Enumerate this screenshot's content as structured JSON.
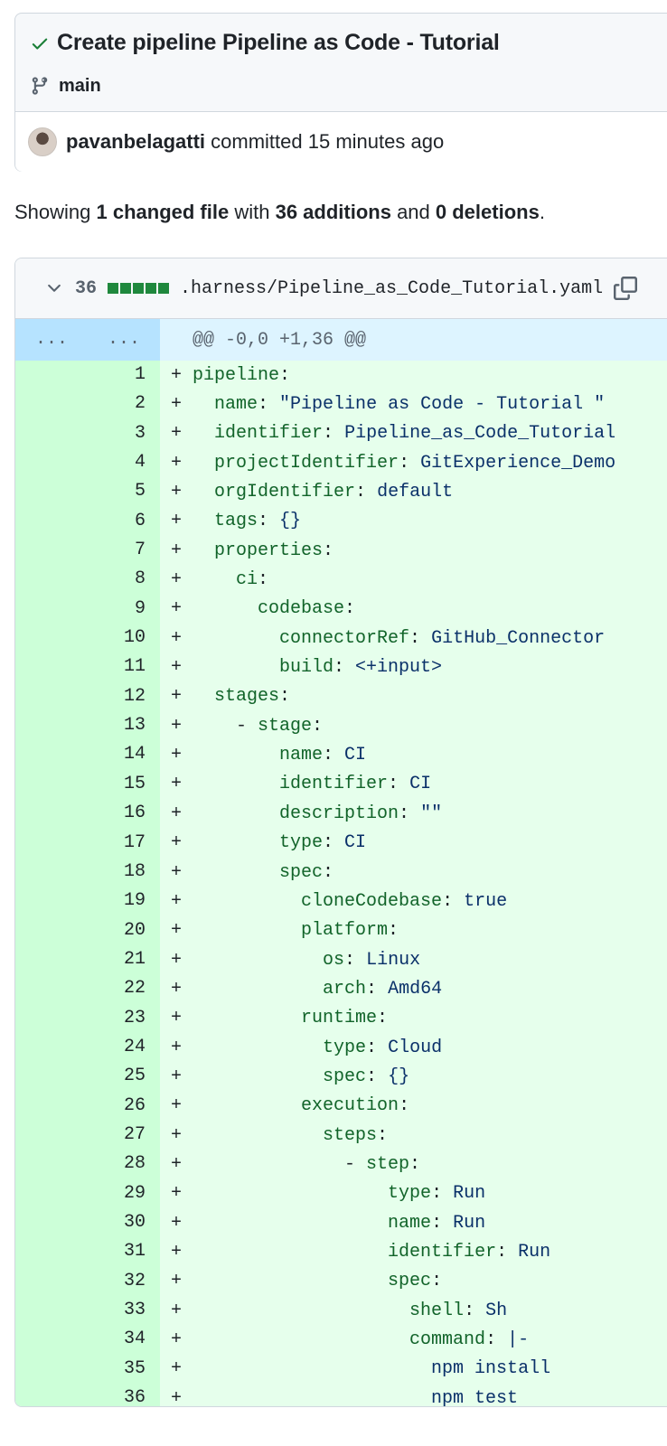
{
  "commit": {
    "title": "Create pipeline Pipeline as Code - Tutorial",
    "branch": "main",
    "author": "pavanbelagatti",
    "action": " committed 15 minutes ago"
  },
  "summary": {
    "prefix": "Showing ",
    "changed": "1 changed file",
    "middle": " with ",
    "additions": "36 additions",
    "and": " and ",
    "deletions": "0 deletions",
    "suffix": "."
  },
  "file": {
    "count": "36",
    "path": ".harness/Pipeline_as_Code_Tutorial.yaml",
    "hunk_old": "...",
    "hunk_new": "...",
    "hunk_header": "@@ -0,0 +1,36 @@"
  },
  "lines": [
    {
      "n": "1",
      "indent": "",
      "key": "pipeline",
      "sep": ":",
      "val": ""
    },
    {
      "n": "2",
      "indent": "  ",
      "key": "name",
      "sep": ": ",
      "val": "\"Pipeline as Code - Tutorial \""
    },
    {
      "n": "3",
      "indent": "  ",
      "key": "identifier",
      "sep": ": ",
      "val": "Pipeline_as_Code_Tutorial"
    },
    {
      "n": "4",
      "indent": "  ",
      "key": "projectIdentifier",
      "sep": ": ",
      "val": "GitExperience_Demo"
    },
    {
      "n": "5",
      "indent": "  ",
      "key": "orgIdentifier",
      "sep": ": ",
      "val": "default"
    },
    {
      "n": "6",
      "indent": "  ",
      "key": "tags",
      "sep": ": ",
      "val": "{}"
    },
    {
      "n": "7",
      "indent": "  ",
      "key": "properties",
      "sep": ":",
      "val": ""
    },
    {
      "n": "8",
      "indent": "    ",
      "key": "ci",
      "sep": ":",
      "val": ""
    },
    {
      "n": "9",
      "indent": "      ",
      "key": "codebase",
      "sep": ":",
      "val": ""
    },
    {
      "n": "10",
      "indent": "        ",
      "key": "connectorRef",
      "sep": ": ",
      "val": "GitHub_Connector"
    },
    {
      "n": "11",
      "indent": "        ",
      "key": "build",
      "sep": ": ",
      "val": "<+input>"
    },
    {
      "n": "12",
      "indent": "  ",
      "key": "stages",
      "sep": ":",
      "val": ""
    },
    {
      "n": "13",
      "indent": "    - ",
      "key": "stage",
      "sep": ":",
      "val": ""
    },
    {
      "n": "14",
      "indent": "        ",
      "key": "name",
      "sep": ": ",
      "val": "CI"
    },
    {
      "n": "15",
      "indent": "        ",
      "key": "identifier",
      "sep": ": ",
      "val": "CI"
    },
    {
      "n": "16",
      "indent": "        ",
      "key": "description",
      "sep": ": ",
      "val": "\"\""
    },
    {
      "n": "17",
      "indent": "        ",
      "key": "type",
      "sep": ": ",
      "val": "CI"
    },
    {
      "n": "18",
      "indent": "        ",
      "key": "spec",
      "sep": ":",
      "val": ""
    },
    {
      "n": "19",
      "indent": "          ",
      "key": "cloneCodebase",
      "sep": ": ",
      "val": "true"
    },
    {
      "n": "20",
      "indent": "          ",
      "key": "platform",
      "sep": ":",
      "val": ""
    },
    {
      "n": "21",
      "indent": "            ",
      "key": "os",
      "sep": ": ",
      "val": "Linux"
    },
    {
      "n": "22",
      "indent": "            ",
      "key": "arch",
      "sep": ": ",
      "val": "Amd64"
    },
    {
      "n": "23",
      "indent": "          ",
      "key": "runtime",
      "sep": ":",
      "val": ""
    },
    {
      "n": "24",
      "indent": "            ",
      "key": "type",
      "sep": ": ",
      "val": "Cloud"
    },
    {
      "n": "25",
      "indent": "            ",
      "key": "spec",
      "sep": ": ",
      "val": "{}"
    },
    {
      "n": "26",
      "indent": "          ",
      "key": "execution",
      "sep": ":",
      "val": ""
    },
    {
      "n": "27",
      "indent": "            ",
      "key": "steps",
      "sep": ":",
      "val": ""
    },
    {
      "n": "28",
      "indent": "              - ",
      "key": "step",
      "sep": ":",
      "val": ""
    },
    {
      "n": "29",
      "indent": "                  ",
      "key": "type",
      "sep": ": ",
      "val": "Run"
    },
    {
      "n": "30",
      "indent": "                  ",
      "key": "name",
      "sep": ": ",
      "val": "Run"
    },
    {
      "n": "31",
      "indent": "                  ",
      "key": "identifier",
      "sep": ": ",
      "val": "Run"
    },
    {
      "n": "32",
      "indent": "                  ",
      "key": "spec",
      "sep": ":",
      "val": ""
    },
    {
      "n": "33",
      "indent": "                    ",
      "key": "shell",
      "sep": ": ",
      "val": "Sh"
    },
    {
      "n": "34",
      "indent": "                    ",
      "key": "command",
      "sep": ": ",
      "val": "|-"
    },
    {
      "n": "35",
      "indent": "                      ",
      "key": "",
      "sep": "",
      "val": "npm install"
    },
    {
      "n": "36",
      "indent": "                      ",
      "key": "",
      "sep": "",
      "val": "npm test"
    }
  ]
}
